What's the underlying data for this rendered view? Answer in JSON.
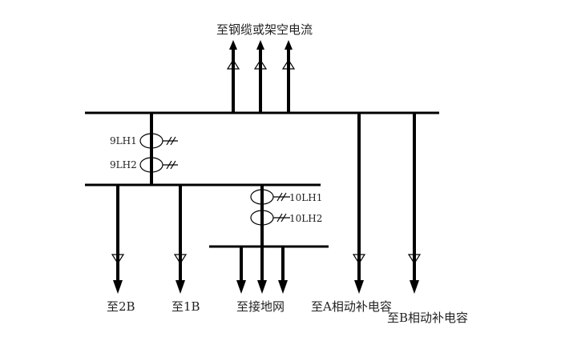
{
  "labels": {
    "top_outgoing": "至钢缆或架空电流",
    "ct_9lh1": "9LH1",
    "ct_9lh2": "9LH2",
    "ct_10lh1": "10LH1",
    "ct_10lh2": "10LH2",
    "to_2b": "至2B",
    "to_1b": "至1B",
    "to_ground_grid": "至接地网",
    "to_a_phase_cap": "至A相动补电容",
    "to_b_phase_cap": "至B相动补电容"
  },
  "colors": {
    "line": "#000000",
    "text": "#222222",
    "background": "#ffffff"
  }
}
